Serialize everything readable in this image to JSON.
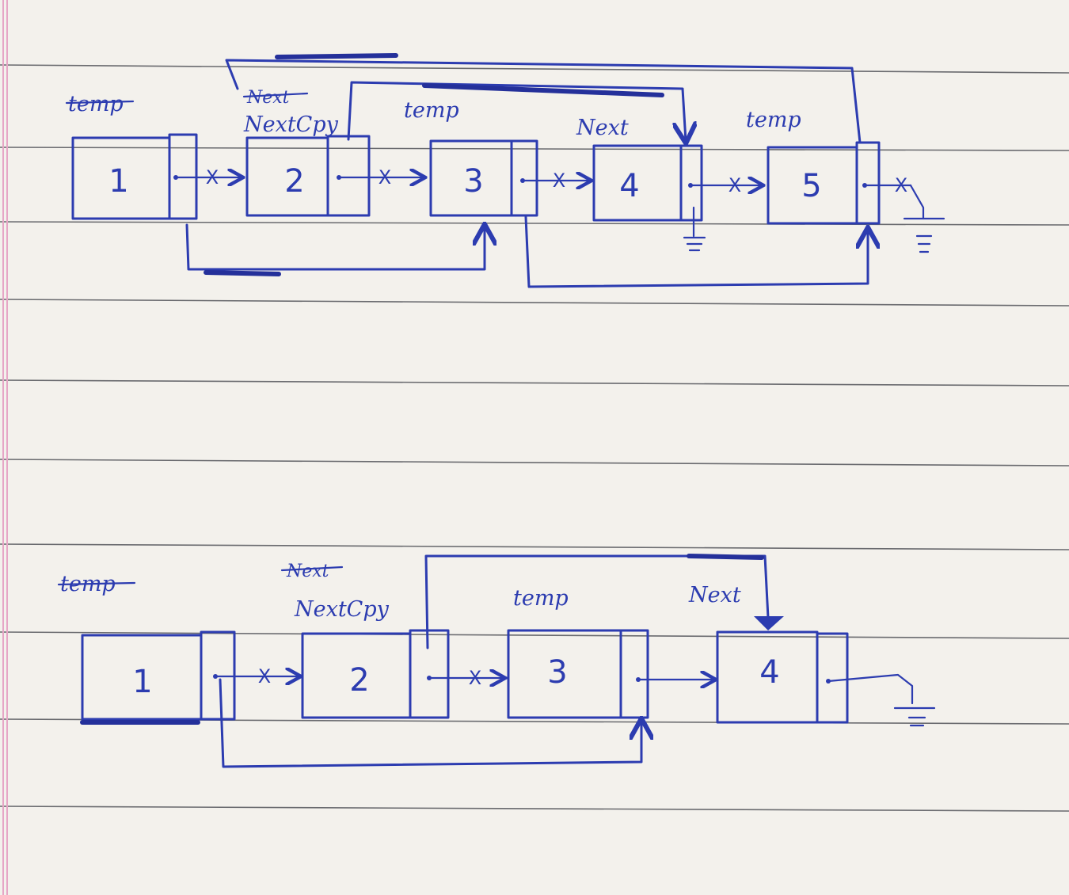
{
  "colors": {
    "ink": "#2c3cb0",
    "paper": "#f3f1ec",
    "rule": "#3b3d45",
    "margin": "#e6a6c6"
  },
  "diagram_top": {
    "nodes": [
      "1",
      "2",
      "3",
      "4",
      "5"
    ],
    "labels": {
      "temp_struck": "temp",
      "next_struck": "Next",
      "next_copy": "NextCpy",
      "temp": "temp",
      "next": "Next",
      "temp_last": "temp"
    }
  },
  "diagram_bottom": {
    "nodes": [
      "1",
      "2",
      "3",
      "4"
    ],
    "labels": {
      "temp_struck": "temp",
      "next_struck": "Next",
      "next_copy": "NextCpy",
      "temp": "temp",
      "next": "Next"
    }
  }
}
